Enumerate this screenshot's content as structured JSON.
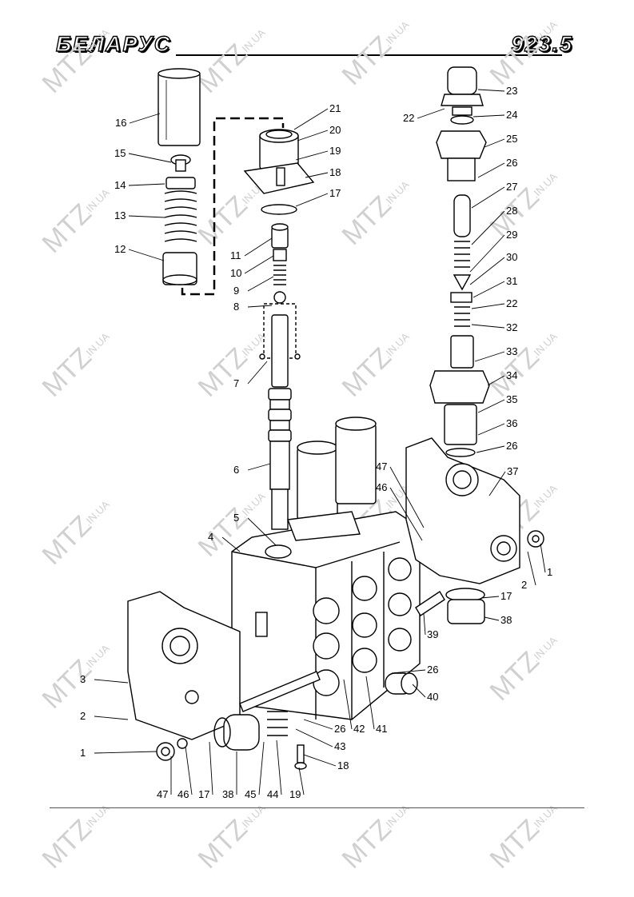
{
  "header": {
    "brand": "БЕЛАРУС",
    "doc_number": "923.5"
  },
  "watermark": {
    "main": "MTZ",
    "suffix": ".IN.UA"
  },
  "callouts": [
    "1",
    "2",
    "3",
    "4",
    "5",
    "6",
    "7",
    "8",
    "9",
    "10",
    "11",
    "12",
    "13",
    "14",
    "15",
    "16",
    "17",
    "18",
    "19",
    "20",
    "21",
    "22",
    "23",
    "24",
    "25",
    "26",
    "27",
    "28",
    "29",
    "30",
    "31",
    "32",
    "33",
    "34",
    "35",
    "36",
    "37",
    "38",
    "39",
    "40",
    "41",
    "42",
    "43",
    "44",
    "45",
    "46",
    "47"
  ],
  "colors": {
    "ink": "#000000",
    "watermark": "#d0d0d0"
  }
}
